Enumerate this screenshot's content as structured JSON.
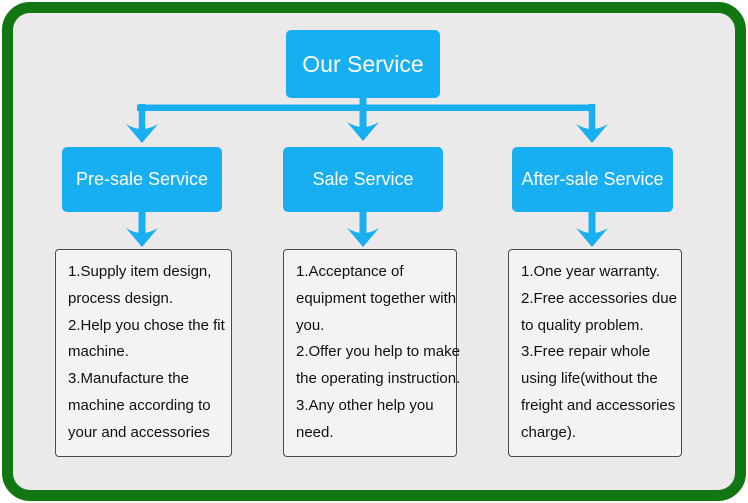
{
  "diagram": {
    "title": "Our Service flowchart",
    "root": {
      "label": "Our Service"
    },
    "columns": [
      {
        "header": "Pre-sale Service",
        "details": "1.Supply item design,\nprocess design.\n2.Help you chose the fit\nmachine.\n3.Manufacture the\nmachine according to\nyour and accessories"
      },
      {
        "header": "Sale Service",
        "details": "1.Acceptance of\nequipment together with\nyou.\n2.Offer you help to make\nthe operating instruction.\n3.Any other help you\nneed."
      },
      {
        "header": "After-sale Service",
        "details": "1.One year warranty.\n2.Free accessories due\nto quality problem.\n3.Free repair whole\nusing life(without the\nfreight and accessories\ncharge)."
      }
    ],
    "colors": {
      "accent_blue": "#18aef2",
      "frame_green": "#127612",
      "panel_background": "#ebe9ea",
      "detail_background": "#f4f2f3",
      "detail_border": "#4a4a4a",
      "box_text": "#ffffff",
      "detail_text": "#111111"
    }
  }
}
